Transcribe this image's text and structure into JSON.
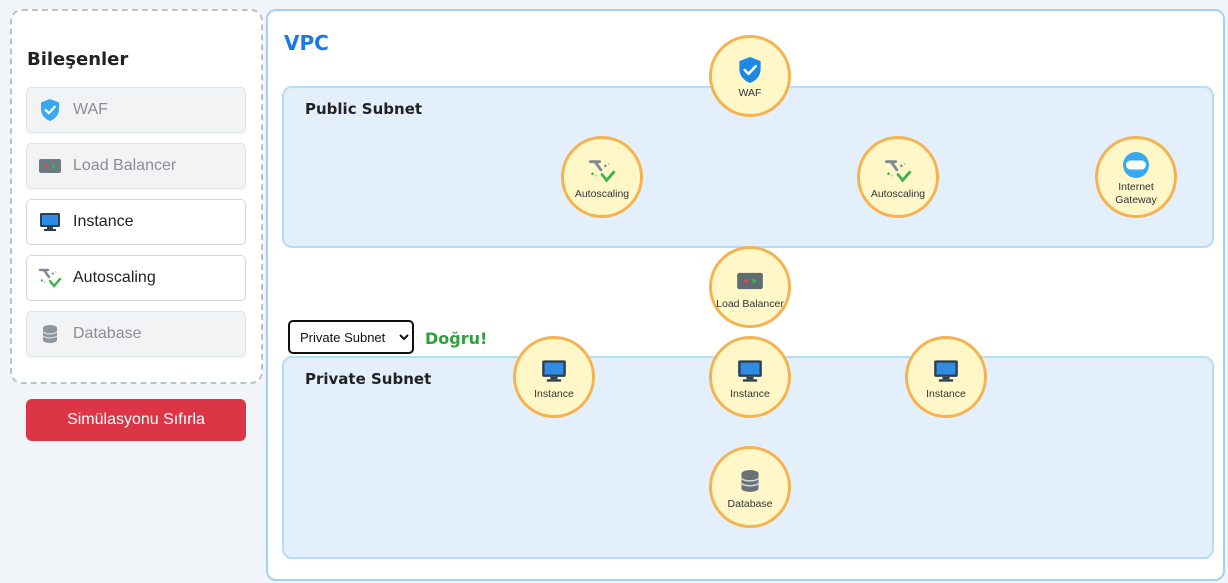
{
  "sidebar": {
    "title": "Bileşenler",
    "components": [
      {
        "label": "WAF",
        "icon": "shield-icon",
        "enabled": false
      },
      {
        "label": "Load Balancer",
        "icon": "load-balancer-icon",
        "enabled": false
      },
      {
        "label": "Instance",
        "icon": "monitor-icon",
        "enabled": true
      },
      {
        "label": "Autoscaling",
        "icon": "autoscaling-icon",
        "enabled": true
      },
      {
        "label": "Database",
        "icon": "database-icon",
        "enabled": false
      }
    ],
    "reset_label": "Simülasyonu Sıfırla"
  },
  "vpc": {
    "title": "VPC",
    "public_subnet_title": "Public Subnet",
    "private_subnet_title": "Private Subnet",
    "subnet_select": {
      "selected": "Private Subnet",
      "options": [
        "Private Subnet"
      ]
    },
    "feedback": "Doğru!",
    "nodes": {
      "waf": "WAF",
      "autoscaling_1": "Autoscaling",
      "autoscaling_2": "Autoscaling",
      "internet_gateway": "Internet Gateway",
      "load_balancer": "Load Balancer",
      "instance_1": "Instance",
      "instance_2": "Instance",
      "instance_3": "Instance",
      "database": "Database"
    }
  },
  "colors": {
    "accent": "#1a7ae0",
    "danger": "#dc3545",
    "success": "#2e9e3e",
    "node_fill": "#fff7c8",
    "node_border": "#f4b350",
    "subnet_fill": "#e3f0fb"
  }
}
